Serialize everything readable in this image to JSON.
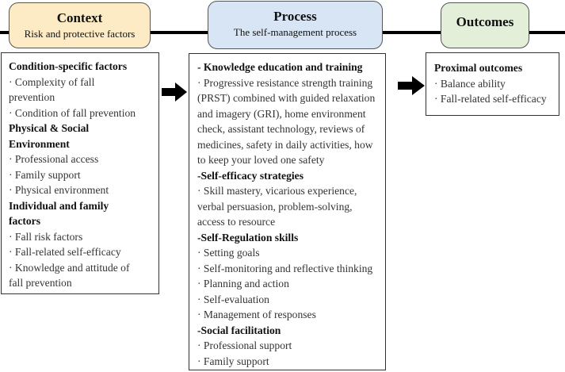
{
  "headers": {
    "context": {
      "title": "Context",
      "subtitle": "Risk and protective factors"
    },
    "process": {
      "title": "Process",
      "subtitle": "The self-management process"
    },
    "outcomes": {
      "title": "Outcomes"
    }
  },
  "context_box": {
    "lines": [
      {
        "text": "Condition-specific factors",
        "bold": true
      },
      {
        "text": "· Complexity of fall",
        "bold": false
      },
      {
        "text": "prevention",
        "bold": false
      },
      {
        "text": "· Condition of fall prevention",
        "bold": false
      },
      {
        "text": "Physical & Social",
        "bold": true
      },
      {
        "text": "Environment",
        "bold": true
      },
      {
        "text": "· Professional access",
        "bold": false
      },
      {
        "text": "· Family support",
        "bold": false
      },
      {
        "text": "· Physical environment",
        "bold": false
      },
      {
        "text": "Individual and family",
        "bold": true
      },
      {
        "text": "factors",
        "bold": true
      },
      {
        "text": "· Fall risk factors",
        "bold": false
      },
      {
        "text": "· Fall-related self-efficacy",
        "bold": false
      },
      {
        "text": "· Knowledge and attitude of",
        "bold": false
      },
      {
        "text": "fall prevention",
        "bold": false
      }
    ]
  },
  "process_box": {
    "lines": [
      {
        "text": "- Knowledge education and training",
        "bold": true
      },
      {
        "text": "· Progressive resistance strength training",
        "bold": false
      },
      {
        "text": "(PRST) combined with guided relaxation",
        "bold": false
      },
      {
        "text": "and imagery (GRI), home environment",
        "bold": false
      },
      {
        "text": "check, assistant technology, reviews of",
        "bold": false
      },
      {
        "text": "medicines, safety in daily activities, how",
        "bold": false
      },
      {
        "text": "to keep your loved one safety",
        "bold": false
      },
      {
        "text": "-Self-efficacy strategies",
        "bold": true
      },
      {
        "text": "· Skill mastery, vicarious experience,",
        "bold": false
      },
      {
        "text": "verbal persuasion, problem-solving,",
        "bold": false
      },
      {
        "text": "access to resource",
        "bold": false
      },
      {
        "text": "-Self-Regulation skills",
        "bold": true
      },
      {
        "text": "· Setting goals",
        "bold": false
      },
      {
        "text": "· Self-monitoring and reflective thinking",
        "bold": false
      },
      {
        "text": "· Planning and action",
        "bold": false
      },
      {
        "text": "· Self-evaluation",
        "bold": false
      },
      {
        "text": "· Management of responses",
        "bold": false
      },
      {
        "text": "-Social facilitation",
        "bold": true
      },
      {
        "text": "· Professional support",
        "bold": false
      },
      {
        "text": "· Family support",
        "bold": false
      }
    ]
  },
  "outcomes_box": {
    "lines": [
      {
        "text": "Proximal outcomes",
        "bold": true
      },
      {
        "text": "· Balance ability",
        "bold": false
      },
      {
        "text": "· Fall-related self-efficacy",
        "bold": false
      }
    ]
  },
  "colors": {
    "context_header": "#fcebc4",
    "process_header": "#d7e5f4",
    "outcomes_header": "#e3efd9",
    "arrow": "#000000"
  }
}
